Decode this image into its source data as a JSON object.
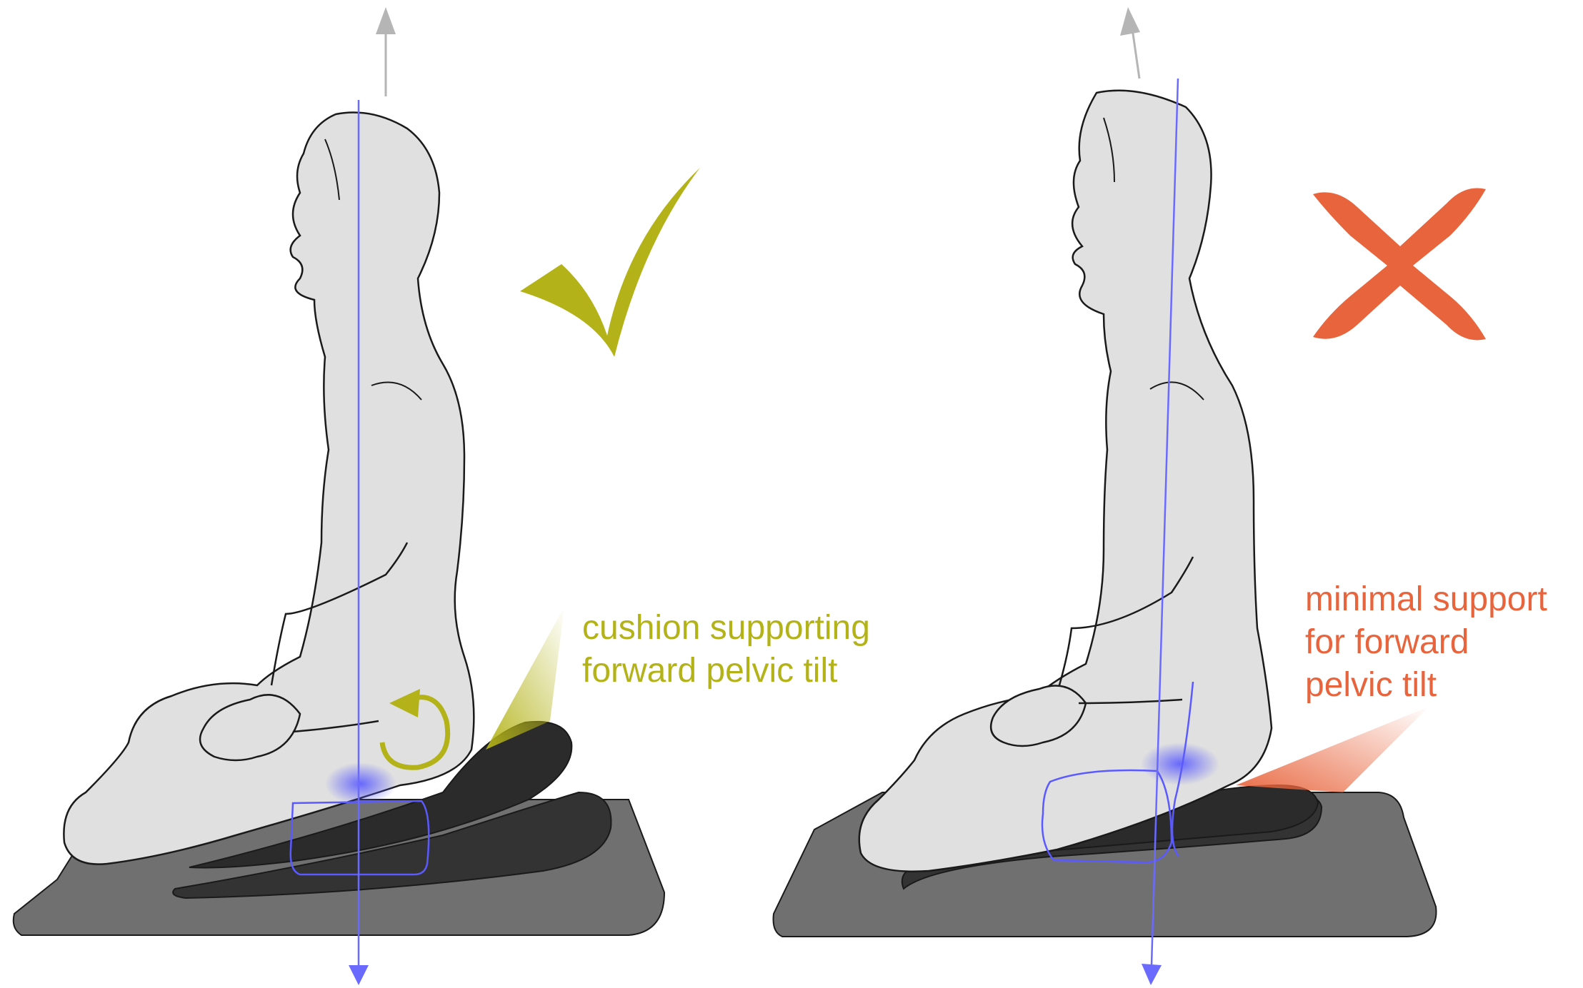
{
  "left_panel": {
    "label_line1": "cushion supporting",
    "label_line2": "forward pelvic tilt",
    "label_color": "#b3b319",
    "verdict_icon": "checkmark-icon"
  },
  "right_panel": {
    "label_line1": "minimal support",
    "label_line2": "for forward",
    "label_line3": "pelvic tilt",
    "label_color": "#e8643c",
    "verdict_icon": "cross-icon"
  },
  "colors": {
    "body_fill": "#e0e0e0",
    "outline": "#1a1a1a",
    "mat": "#707070",
    "cushion": "#333333",
    "gravity_line": "#6a6aff",
    "up_arrow": "#b5b5b5",
    "check": "#b3b319",
    "cross": "#e8643c"
  }
}
